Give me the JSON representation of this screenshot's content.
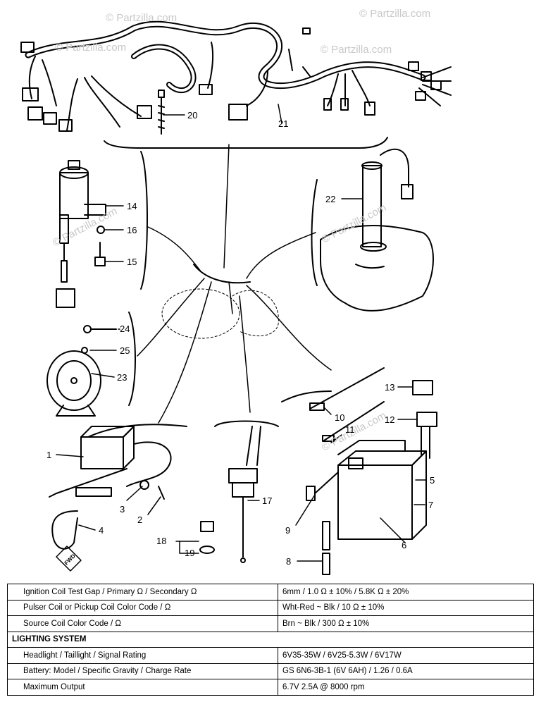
{
  "watermark": "© Partzilla.com",
  "callouts": {
    "c1": "1",
    "c2": "2",
    "c3": "3",
    "c4": "4",
    "c5": "5",
    "c6": "6",
    "c7": "7",
    "c8": "8",
    "c9": "9",
    "c10": "10",
    "c11": "11",
    "c12": "12",
    "c13": "13",
    "c14": "14",
    "c15": "15",
    "c16": "16",
    "c17": "17",
    "c18": "18",
    "c19": "19",
    "c20": "20",
    "c21": "21",
    "c22": "22",
    "c23": "23",
    "c24": "24",
    "c25": "25"
  },
  "fwd_label": "FWD",
  "table": {
    "rows": [
      {
        "param": "Ignition Coil Test Gap / Primary Ω / Secondary Ω",
        "value": "6mm / 1.0 Ω ± 10% / 5.8K Ω ± 20%"
      },
      {
        "param": "Pulser Coil or Pickup Coil Color Code / Ω",
        "value": "Wht-Red ~ Blk / 10 Ω ± 10%"
      },
      {
        "param": "Source Coil Color Code / Ω",
        "value": "Brn ~ Blk / 300 Ω ± 10%"
      },
      {
        "section": "LIGHTING SYSTEM"
      },
      {
        "param": "Headlight / Taillight / Signal Rating",
        "value": "6V35-35W / 6V25-5.3W / 6V17W"
      },
      {
        "param": "Battery: Model / Specific Gravity / Charge Rate",
        "value": "GS 6N6-3B-1 (6V 6AH) / 1.26 / 0.6A"
      },
      {
        "param": "Maximum Output",
        "value": "6.7V 2.5A @ 8000 rpm"
      }
    ]
  }
}
